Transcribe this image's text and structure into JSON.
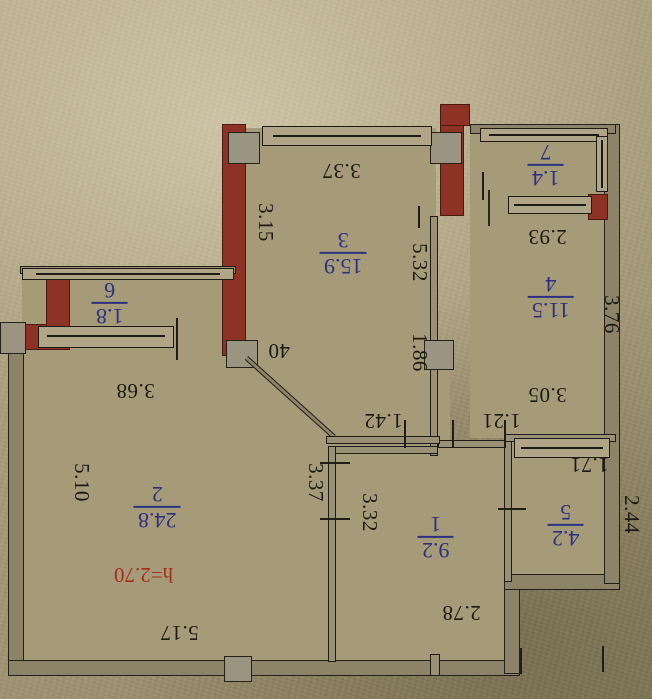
{
  "document": {
    "kind": "apartment-floor-plan-photo",
    "ceiling_note": "h=2.70"
  },
  "rooms": [
    {
      "id": "room-1",
      "number": "1",
      "area": "9.2",
      "dims": [
        "3.32",
        "2.78"
      ]
    },
    {
      "id": "room-2",
      "number": "2",
      "area": "24.8",
      "dims": [
        "5.10",
        "5.17",
        "3.68"
      ]
    },
    {
      "id": "room-3",
      "number": "3",
      "area": "15.9",
      "dims": [
        "3.37",
        "3.15"
      ]
    },
    {
      "id": "room-4",
      "number": "4",
      "area": "11.5",
      "dims": [
        "2.93",
        "3.05",
        "3.76"
      ]
    },
    {
      "id": "room-5",
      "number": "5",
      "area": "4.2",
      "dims": [
        "1.71",
        "2.44"
      ]
    },
    {
      "id": "room-6",
      "number": "6",
      "area": "1.8",
      "dims": [
        "3.68"
      ]
    },
    {
      "id": "room-7",
      "number": "7",
      "area": "1.4",
      "dims": [
        "2.93"
      ]
    }
  ],
  "dimensions": {
    "d_337": "3.37",
    "d_315": "3.15",
    "d_532": "5.32",
    "d_186": "1.86",
    "d_142": "1.42",
    "d_121": "1.21",
    "d_40": "40",
    "d_368": "3.68",
    "d_510": "5.10",
    "d_517": "5.17",
    "d_337b": "3.37",
    "d_332": "3.32",
    "d_278": "2.78",
    "d_293": "2.93",
    "d_305": "3.05",
    "d_376": "3.76",
    "d_171": "1.71",
    "d_244": "2.44",
    "a_18": "1.8",
    "n_6": "6",
    "a_14": "1.4",
    "n_7": "7"
  },
  "colors": {
    "paper": "#a79c7d",
    "floor": "#a69b79",
    "wall_gray": "#8d8368",
    "wall_red": "#8e3226",
    "ink": "#1b1a14",
    "label_blue": "#2b3180",
    "label_red": "#a82b1c"
  }
}
